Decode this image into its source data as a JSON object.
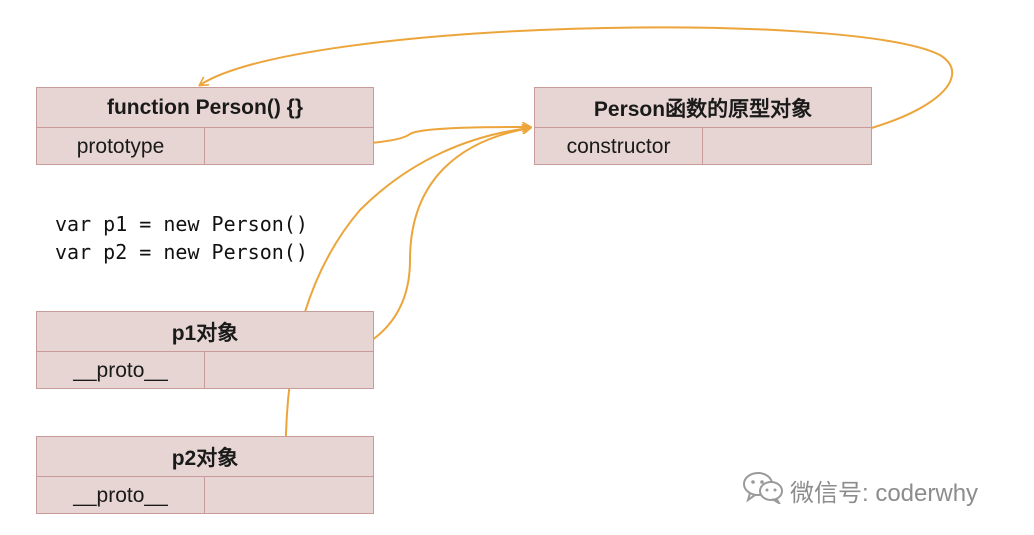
{
  "boxes": {
    "person": {
      "title": "function Person() {}",
      "key": "prototype"
    },
    "proto": {
      "title": "Person函数的原型对象",
      "key": "constructor"
    },
    "p1": {
      "title": "p1对象",
      "key": "__proto__"
    },
    "p2": {
      "title": "p2对象",
      "key": "__proto__"
    }
  },
  "code": {
    "line1": "var p1 = new Person()",
    "line2": "var p2 = new Person()"
  },
  "watermark": {
    "text": "微信号: coderwhy",
    "icon": "wechat-icon"
  },
  "colors": {
    "arrow": "#eca53a",
    "box_fill": "#e6d5d3",
    "box_border": "#c89a9a"
  }
}
